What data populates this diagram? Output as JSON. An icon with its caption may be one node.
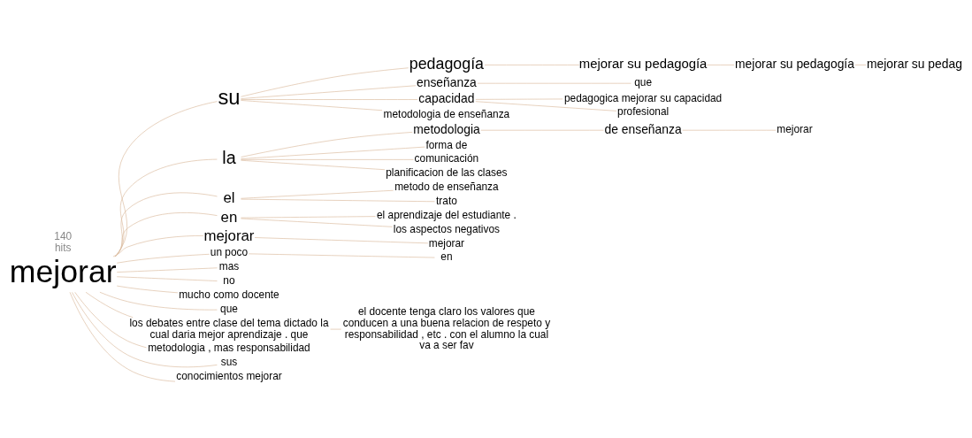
{
  "diagram": {
    "nodes": [
      {
        "text": [
          "mejorar"
        ]
      },
      {
        "text": [
          "su"
        ]
      },
      {
        "text": [
          "pedagogía"
        ]
      },
      {
        "text": [
          "mejorar su pedagogía"
        ]
      },
      {
        "text": [
          "mejorar su pedagogía"
        ]
      },
      {
        "text": [
          "mejorar su pedag"
        ]
      },
      {
        "text": [
          "enseñanza"
        ]
      },
      {
        "text": [
          "que"
        ]
      },
      {
        "text": [
          "capacidad"
        ]
      },
      {
        "text": [
          "pedagogica mejorar su capacidad"
        ]
      },
      {
        "text": [
          "profesional"
        ]
      },
      {
        "text": [
          "metodologia de enseñanza"
        ]
      },
      {
        "text": [
          "la"
        ]
      },
      {
        "text": [
          "metodologia"
        ]
      },
      {
        "text": [
          "de enseñanza"
        ]
      },
      {
        "text": [
          "mejorar"
        ]
      },
      {
        "text": [
          "forma de"
        ]
      },
      {
        "text": [
          "comunicación"
        ]
      },
      {
        "text": [
          "planificacion de las clases"
        ]
      },
      {
        "text": [
          "el"
        ]
      },
      {
        "text": [
          "metodo de enseñanza"
        ]
      },
      {
        "text": [
          "trato"
        ]
      },
      {
        "text": [
          "en"
        ]
      },
      {
        "text": [
          "el aprendizaje del estudiante ."
        ]
      },
      {
        "text": [
          "los aspectos negativos"
        ]
      },
      {
        "text": [
          "mejorar"
        ]
      },
      {
        "text": [
          "mejorar"
        ]
      },
      {
        "text": [
          "un poco"
        ]
      },
      {
        "text": [
          "en"
        ]
      },
      {
        "text": [
          "mas"
        ]
      },
      {
        "text": [
          "no"
        ]
      },
      {
        "text": [
          "mucho como docente"
        ]
      },
      {
        "text": [
          "que"
        ]
      },
      {
        "text": [
          "los debates entre clase del tema dictado la cual daria mejor aprendizaje . que"
        ]
      },
      {
        "text": [
          "el docente tenga claro los valores que conducen a una buena relacion de respeto y responsabilidad , etc . con el alumno la cual va a ser fav"
        ]
      },
      {
        "text": [
          "metodologia , mas responsabilidad"
        ]
      },
      {
        "text": [
          "sus"
        ]
      },
      {
        "text": [
          "conocimientos mejorar"
        ]
      }
    ],
    "edges": [
      {
        "from": 0,
        "to": 1,
        "arrow": "none"
      },
      {
        "from": 1,
        "to": 2,
        "arrow": "none"
      },
      {
        "from": 2,
        "to": 3,
        "arrow": "none"
      },
      {
        "from": 3,
        "to": 4,
        "arrow": "none"
      },
      {
        "from": 4,
        "to": 5,
        "arrow": "none"
      },
      {
        "from": 1,
        "to": 6,
        "arrow": "none"
      },
      {
        "from": 6,
        "to": 7,
        "arrow": "none"
      },
      {
        "from": 1,
        "to": 8,
        "arrow": "none"
      },
      {
        "from": 8,
        "to": 9,
        "arrow": "none"
      },
      {
        "from": 8,
        "to": 10,
        "arrow": "none"
      },
      {
        "from": 1,
        "to": 11,
        "arrow": "none"
      },
      {
        "from": 0,
        "to": 12,
        "arrow": "none"
      },
      {
        "from": 12,
        "to": 13,
        "arrow": "none"
      },
      {
        "from": 13,
        "to": 14,
        "arrow": "none"
      },
      {
        "from": 14,
        "to": 15,
        "arrow": "none"
      },
      {
        "from": 12,
        "to": 16,
        "arrow": "none"
      },
      {
        "from": 12,
        "to": 17,
        "arrow": "none"
      },
      {
        "from": 12,
        "to": 18,
        "arrow": "none"
      },
      {
        "from": 0,
        "to": 19,
        "arrow": "none"
      },
      {
        "from": 19,
        "to": 20,
        "arrow": "none"
      },
      {
        "from": 19,
        "to": 21,
        "arrow": "none"
      },
      {
        "from": 0,
        "to": 22,
        "arrow": "none"
      },
      {
        "from": 22,
        "to": 23,
        "arrow": "none"
      },
      {
        "from": 22,
        "to": 24,
        "arrow": "none"
      },
      {
        "from": 0,
        "to": 25,
        "arrow": "none"
      },
      {
        "from": 25,
        "to": 26,
        "arrow": "none"
      },
      {
        "from": 0,
        "to": 27,
        "arrow": "none"
      },
      {
        "from": 27,
        "to": 28,
        "arrow": "none"
      },
      {
        "from": 0,
        "to": 29,
        "arrow": "none"
      },
      {
        "from": 0,
        "to": 30,
        "arrow": "none"
      },
      {
        "from": 0,
        "to": 31,
        "arrow": "none"
      },
      {
        "from": 0,
        "to": 32,
        "arrow": "none"
      },
      {
        "from": 0,
        "to": 33,
        "arrow": "none"
      },
      {
        "from": 33,
        "to": 34,
        "arrow": "none"
      },
      {
        "from": 0,
        "to": 35,
        "arrow": "none"
      },
      {
        "from": 0,
        "to": 36,
        "arrow": "none"
      },
      {
        "from": 0,
        "to": 37,
        "arrow": "none"
      }
    ],
    "labels": [
      "140 hits"
    ]
  }
}
